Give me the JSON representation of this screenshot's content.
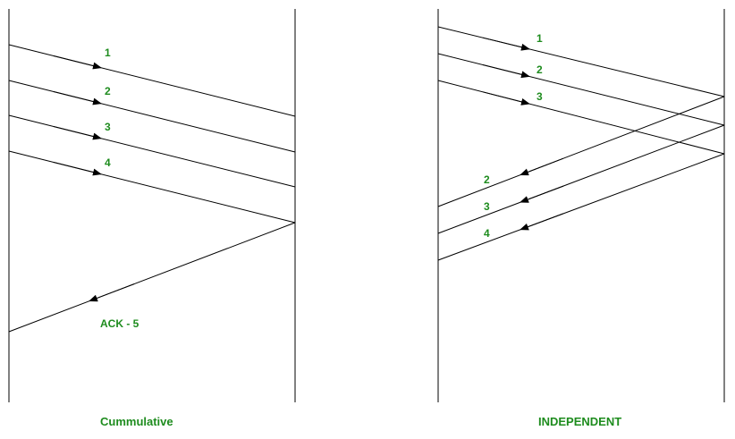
{
  "cumulative": {
    "caption": "Cummulative",
    "packets": [
      "1",
      "2",
      "3",
      "4"
    ],
    "ack": "ACK - 5"
  },
  "independent": {
    "caption": "INDEPENDENT",
    "packets": [
      "1",
      "2",
      "3"
    ],
    "acks": [
      "2",
      "3",
      "4"
    ]
  },
  "colors": {
    "label": "#1e8c1e",
    "line": "#000000"
  }
}
